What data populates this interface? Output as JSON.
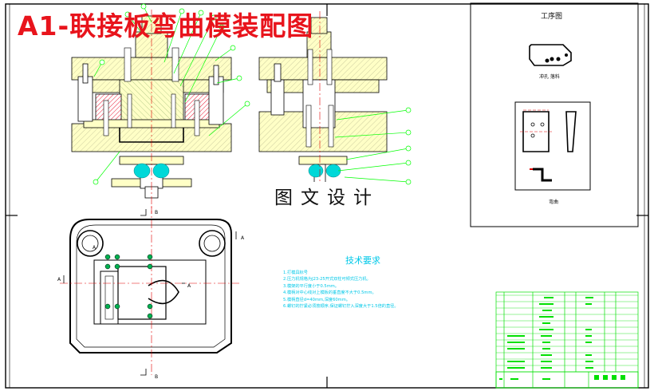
{
  "title": "A1-联接板弯曲模装配图",
  "watermark": "图文设计",
  "process_panel": {
    "heading": "工序图",
    "step1_caption": "冲孔 落料",
    "step2_caption": "弯曲"
  },
  "section_marks": [
    "B",
    "B",
    "A",
    "A",
    "A",
    "A"
  ],
  "technical_requirements": {
    "heading": "技术要求",
    "items": [
      "1.打模具标号",
      "2.压力机规格为J23-25开式双柱可倾式压力机。",
      "3.模架的平行度小于0.5mm。",
      "4.模柄对中心线对上模板的垂直度不大于0.5mm。",
      "5.模柄直径d=40mm,深度60mm。",
      "6.螺钉的拧紧必须按顺序,保证螺钉拧入深度大于1.5倍的直径。"
    ]
  },
  "colors": {
    "title_red": "#e8141c",
    "outline_black": "#000000",
    "hatch_yellow": "#ffffc0",
    "hatch_red": "#e8001c",
    "leader_green": "#00ff00",
    "centerline_red": "#e00000",
    "text_cyan": "#00c8e8",
    "bom_green": "#00e000"
  }
}
